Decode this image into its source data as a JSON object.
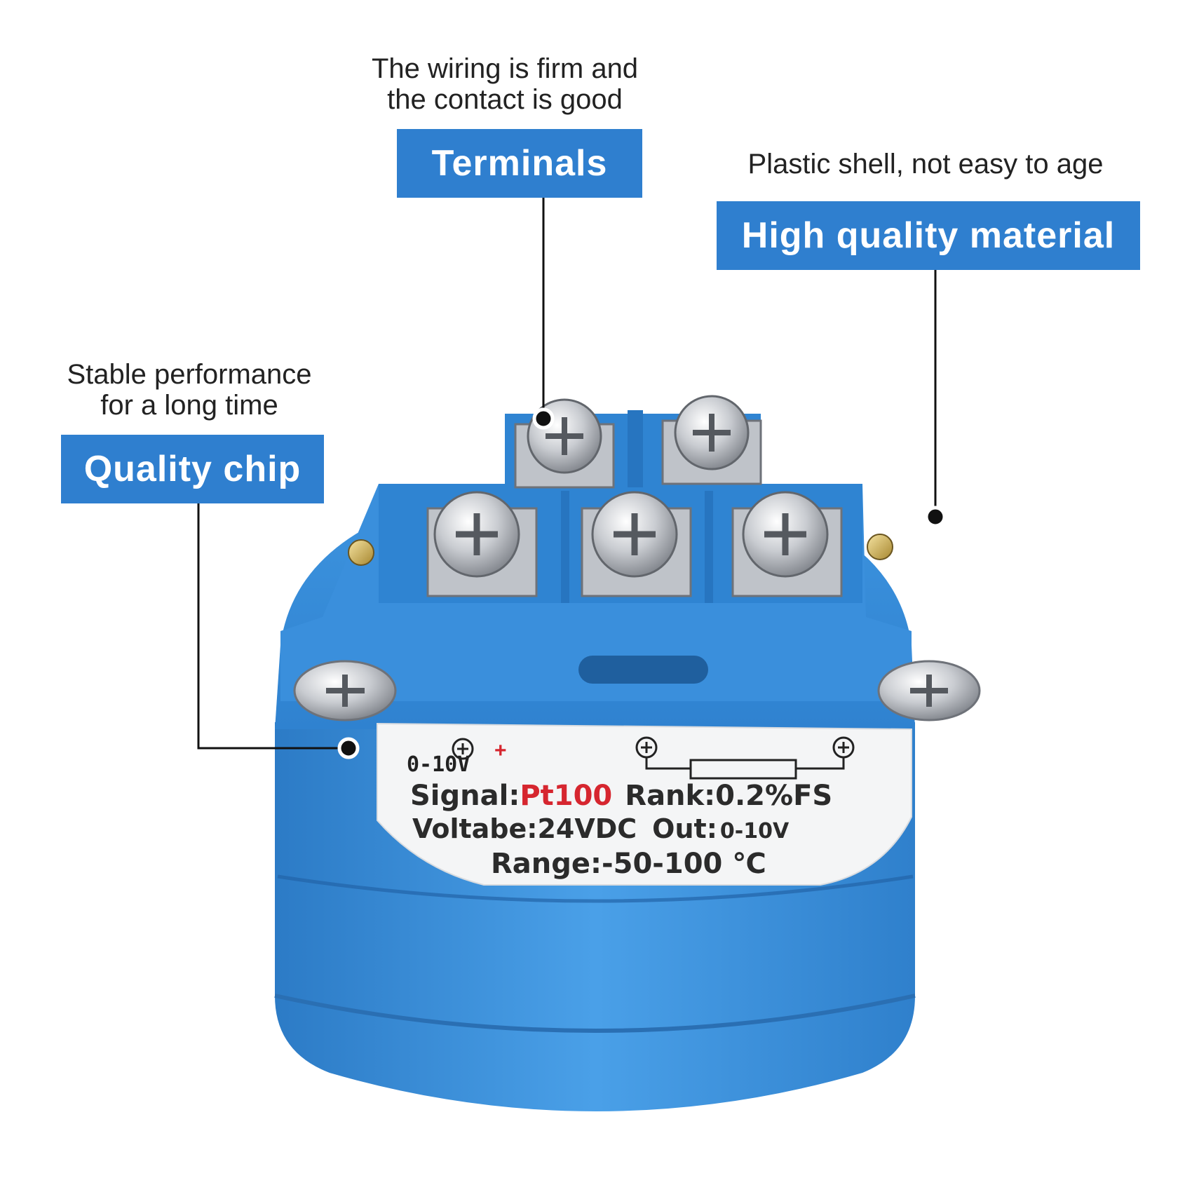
{
  "callouts": {
    "terminals": {
      "caption_line1": "The wiring is firm and",
      "caption_line2": "the contact is good",
      "label": "Terminals"
    },
    "material": {
      "caption": "Plastic shell, not easy to age",
      "label": "High quality material"
    },
    "chip": {
      "caption_line1": "Stable performance",
      "caption_line2": "for a long time",
      "label": "Quality chip"
    }
  },
  "device_label": {
    "voltage_range": "0-10V",
    "plus_sign": "+",
    "signal_prefix": "Signal:",
    "signal_value": "Pt100",
    "rank": "Rank:0.2%FS",
    "voltage": "Voltabe:24VDC",
    "out_prefix": "Out:",
    "out_value": "0-10V",
    "range": "Range:-50-100 ℃"
  },
  "colors": {
    "callout_fill": "#2f7fcf",
    "device_body": "#3d92de",
    "signal_red": "#d6262f"
  },
  "icons": [
    "screw-terminal-icon",
    "resistor-symbol-icon",
    "plus-terminal-icon"
  ]
}
